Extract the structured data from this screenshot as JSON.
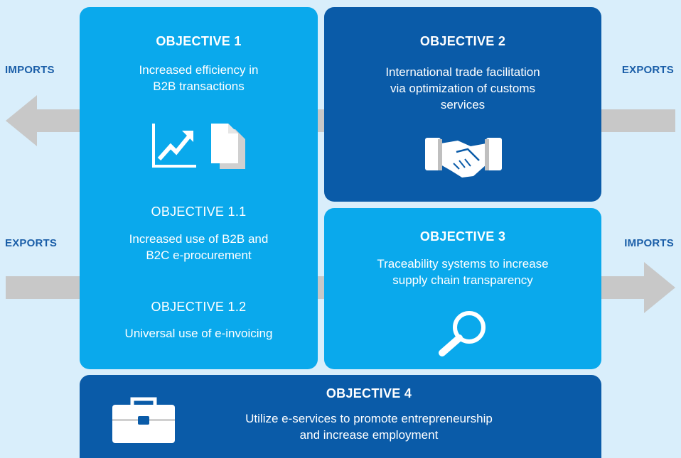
{
  "labels": {
    "top_left": "IMPORTS",
    "top_right": "EXPORTS",
    "mid_left": "EXPORTS",
    "mid_right": "IMPORTS"
  },
  "objective1": {
    "title": "OBJECTIVE 1",
    "text_line1": "Increased efficiency in",
    "text_line2": "B2B transactions",
    "icons": [
      "chart-growth-icon",
      "documents-icon"
    ],
    "sub1": {
      "title": "OBJECTIVE 1.1",
      "text_line1": "Increased use of B2B and",
      "text_line2": "B2C e-procurement"
    },
    "sub2": {
      "title": "OBJECTIVE 1.2",
      "text_line1": "Universal use of e-invoicing"
    }
  },
  "objective2": {
    "title": "OBJECTIVE 2",
    "text_line1": "International trade facilitation",
    "text_line2": "via optimization of customs",
    "text_line3": "services",
    "icon": "handshake-icon"
  },
  "objective3": {
    "title": "OBJECTIVE 3",
    "text_line1": "Traceability systems to increase",
    "text_line2": "supply chain transparency",
    "icon": "magnifier-icon"
  },
  "objective4": {
    "title": "OBJECTIVE 4",
    "text_line1": "Utilize e-services to promote entrepreneurship",
    "text_line2": "and increase employment",
    "icon": "briefcase-icon"
  },
  "colors": {
    "background": "#d9eefb",
    "light_blue": "#0aa9ec",
    "dark_blue": "#0a5ba8",
    "arrow_gray": "#c8c8c8",
    "label_blue": "#1a5ea8"
  }
}
